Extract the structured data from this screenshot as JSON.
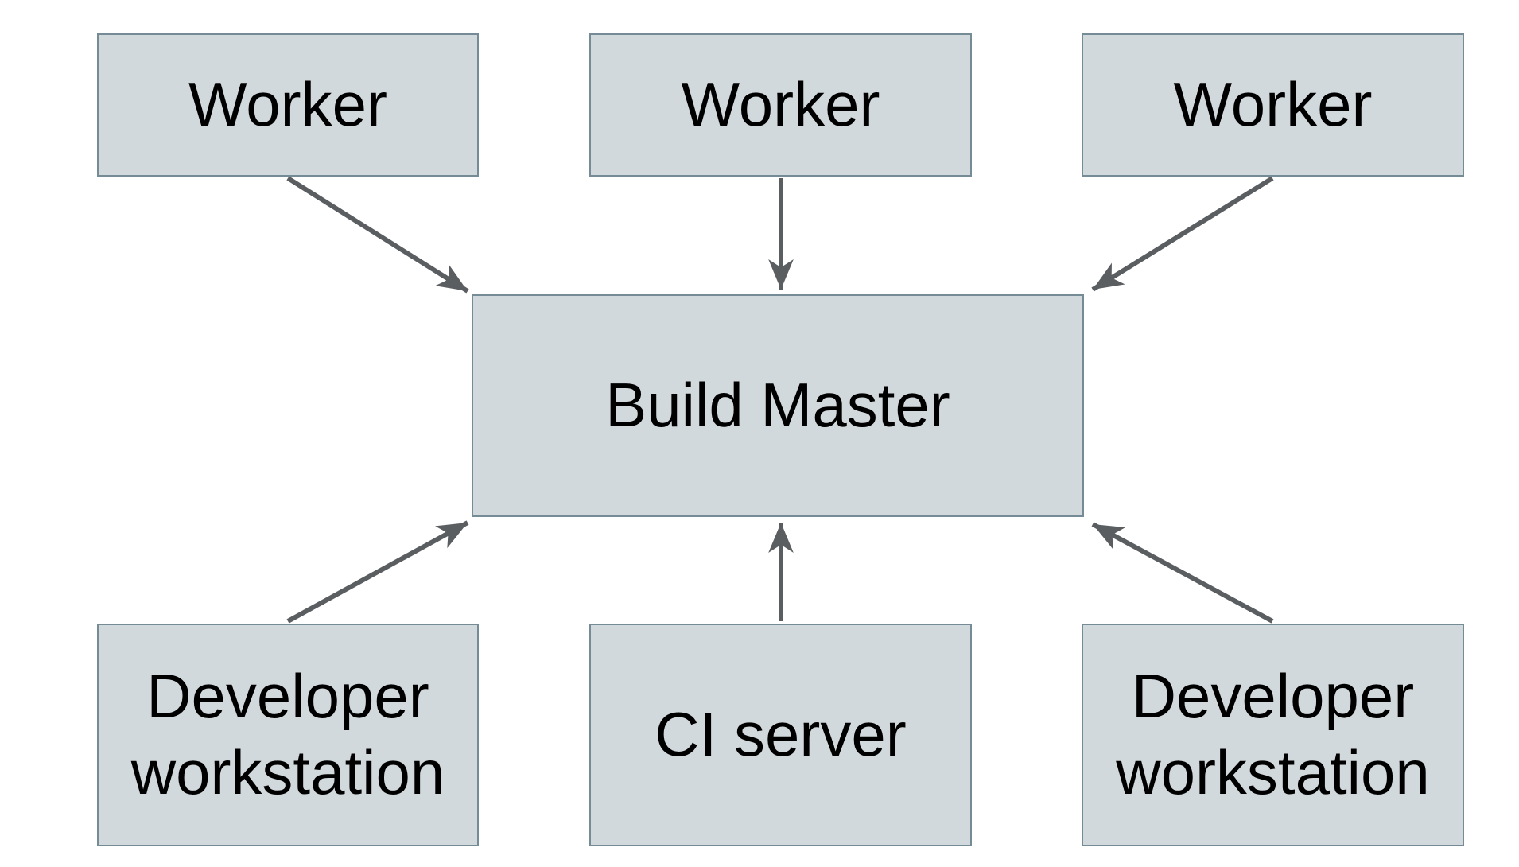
{
  "colors": {
    "background": "#ffffff",
    "node_fill": "#d2d9dc",
    "node_border": "#758b96",
    "arrow": "#5b5e61",
    "text": "#000000"
  },
  "diagram": {
    "type": "architecture-flow",
    "nodes": [
      {
        "id": "worker-1",
        "label": "Worker"
      },
      {
        "id": "worker-2",
        "label": "Worker"
      },
      {
        "id": "worker-3",
        "label": "Worker"
      },
      {
        "id": "build-master",
        "label": "Build Master"
      },
      {
        "id": "developer-workstation-left",
        "label": "Developer workstation"
      },
      {
        "id": "ci-server",
        "label": "CI server"
      },
      {
        "id": "developer-workstation-right",
        "label": "Developer workstation"
      }
    ],
    "edges": [
      {
        "from": "worker-1",
        "to": "build-master",
        "direction": "down-right"
      },
      {
        "from": "worker-2",
        "to": "build-master",
        "direction": "down"
      },
      {
        "from": "worker-3",
        "to": "build-master",
        "direction": "down-left"
      },
      {
        "from": "developer-workstation-left",
        "to": "build-master",
        "direction": "up-right"
      },
      {
        "from": "ci-server",
        "to": "build-master",
        "direction": "up"
      },
      {
        "from": "developer-workstation-right",
        "to": "build-master",
        "direction": "up-left"
      }
    ]
  }
}
